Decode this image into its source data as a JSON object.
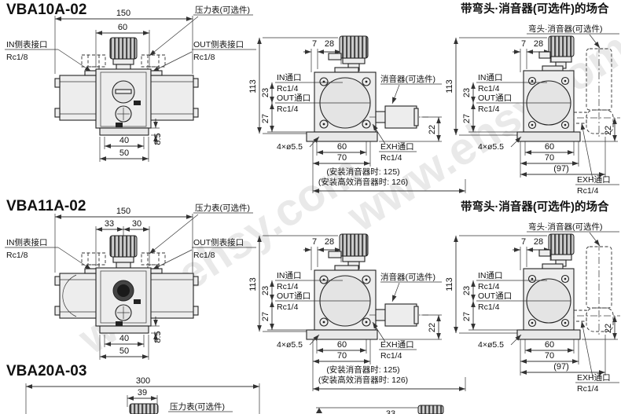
{
  "watermark": {
    "text": "www.ehsy.com"
  },
  "models": {
    "vba10a": {
      "title": "VBA10A-02"
    },
    "vba11a": {
      "title": "VBA11A-02"
    },
    "vba20a": {
      "title": "VBA20A-03"
    }
  },
  "front": {
    "dim_overall": "150",
    "dim_knob_center": "60",
    "dim_knob_left_11a": "33",
    "dim_knob_right_11a": "30",
    "gauge_label": "压力表(可选件)",
    "in_port_label": "IN侧表接口",
    "in_port_thread": "Rc1/8",
    "out_port_label": "OUT侧表接口",
    "out_port_thread": "Rc1/8",
    "dim_base_holes": "40",
    "dim_base_width": "50",
    "dim_base_height": "8.5"
  },
  "side": {
    "dim_offset": "7",
    "dim_knob": "28",
    "dim_height": "113",
    "dim_port_span": "23",
    "dim_port_base": "27",
    "in_label": "IN通口",
    "in_thread": "Rc1/4",
    "out_label": "OUT通口",
    "out_thread": "Rc1/4",
    "silencer_label": "消音器(可选件)",
    "mount_holes": "4×ø5.5",
    "dim_hole_span": "60",
    "dim_base": "70",
    "dim_silencer_height": "22",
    "exh_label": "EXH通口",
    "exh_thread": "Rc1/4",
    "note_silencer": "(安装消音器时: 125)",
    "note_high_eff": "(安装高效消音器时: 126)"
  },
  "elbow": {
    "section_title": "带弯头·消音器(可选件)的场合",
    "option_label": "弯头·消音器(可选件)",
    "dim_total": "(97)"
  },
  "vba20": {
    "dim_overall": "300",
    "dim_gauge": "39",
    "gauge_label": "压力表(可选件)",
    "partial_dim": "33"
  }
}
